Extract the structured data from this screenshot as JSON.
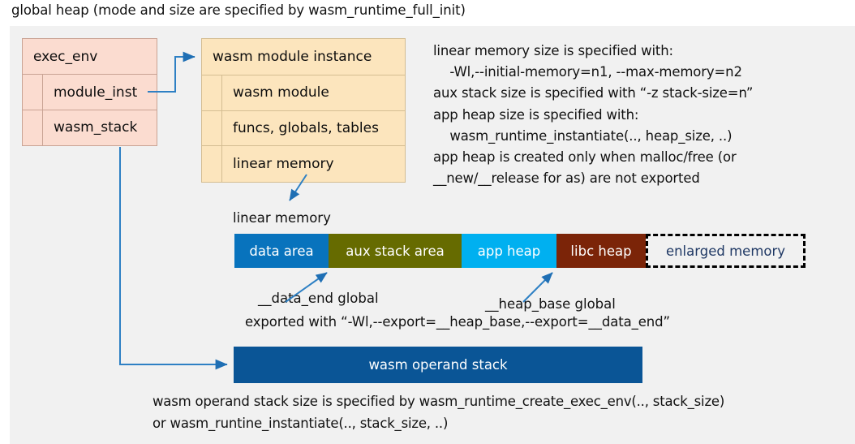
{
  "title": "global heap (mode and size are specified by wasm_runtime_full_init)",
  "exec_env": {
    "title": "exec_env",
    "fields": [
      {
        "label": "module_inst"
      },
      {
        "label": "wasm_stack"
      }
    ]
  },
  "wasm_module_instance": {
    "title": "wasm module instance",
    "fields": [
      {
        "label": "wasm module"
      },
      {
        "label": "funcs, globals, tables"
      },
      {
        "label": "linear memory"
      }
    ]
  },
  "right_note": "linear memory size is specified with:\n    -Wl,--initial-memory=n1, --max-memory=n2\naux stack size is specified with “-z stack-size=n”\napp heap size is specified with:\n    wasm_runtime_instantiate(.., heap_size, ..)\napp heap is created only when malloc/free (or\n__new/__release for as) are not exported",
  "linear_memory": {
    "caption": "linear memory",
    "segments": [
      {
        "label": "data area",
        "color": "#0873bd",
        "width": 116,
        "text_color": "#ffffff",
        "style": "solid"
      },
      {
        "label": "aux stack area",
        "color": "#666b00",
        "width": 164,
        "text_color": "#ffffff",
        "style": "solid"
      },
      {
        "label": "app heap",
        "color": "#00b0f0",
        "width": 117,
        "text_color": "#ffffff",
        "style": "solid"
      },
      {
        "label": "libc heap",
        "color": "#7b2408",
        "width": 110,
        "text_color": "#ffffff",
        "style": "solid"
      },
      {
        "label": "enlarged memory",
        "color": "#f1f1f1",
        "width": 197,
        "text_color": "#1f3864",
        "style": "dashed"
      }
    ]
  },
  "annotations": {
    "data_end": "__data_end global",
    "heap_base": "__heap_base global",
    "exported": "exported with “-Wl,--export=__heap_base,--export=__data_end”"
  },
  "operand_stack": {
    "label": "wasm operand stack",
    "color": "#0a5596"
  },
  "bottom_note": "wasm operand stack size is specified by wasm_runtime_create_exec_env(.., stack_size)\nor wasm_runtine_instantiate(.., stack_size, ..)",
  "colors": {
    "canvas": "#f1f1f1",
    "connector": "#2e80c4",
    "exec_env_fill": "#fbdcd0",
    "module_inst_fill": "#fce5bd"
  }
}
